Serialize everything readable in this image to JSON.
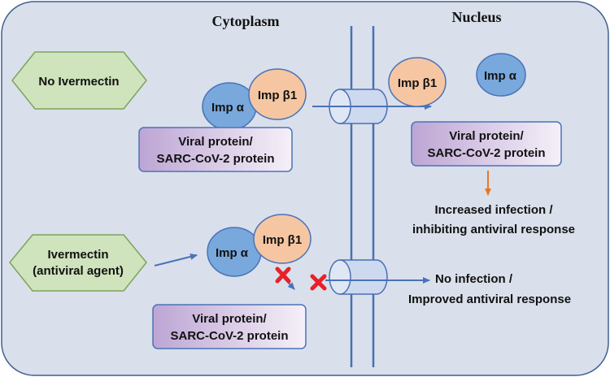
{
  "regions": {
    "cytoplasm": "Cytoplasm",
    "nucleus": "Nucleus"
  },
  "conditions": {
    "no_drug": "No Ivermectin",
    "drug_line1": "Ivermectin",
    "drug_line2": "(antiviral agent)"
  },
  "proteins": {
    "imp_alpha": "Imp α",
    "imp_beta1": "Imp β1",
    "viral_line1": "Viral protein/",
    "viral_line2": "SARC-CoV-2 protein"
  },
  "outcomes": {
    "top_line1": "Increased infection /",
    "top_line2": "inhibiting antiviral response",
    "bottom_line1": "No infection /",
    "bottom_line2": "Improved antiviral response"
  },
  "colors": {
    "cell_fill": "#d9e0eb",
    "cell_border": "#3f5f90",
    "membrane": "#4a6fb5",
    "hexagon_fill": "#cfe3bd",
    "hexagon_border": "#7ea35c",
    "imp_alpha_fill": "#79a8dc",
    "imp_beta_fill": "#f6c6a2",
    "viral_box_start": "#c8b2db",
    "viral_box_end": "#f3eef7",
    "arrow": "#4a72b8",
    "outcome_arrow": "#e87722",
    "block_x": "#e8202a"
  }
}
